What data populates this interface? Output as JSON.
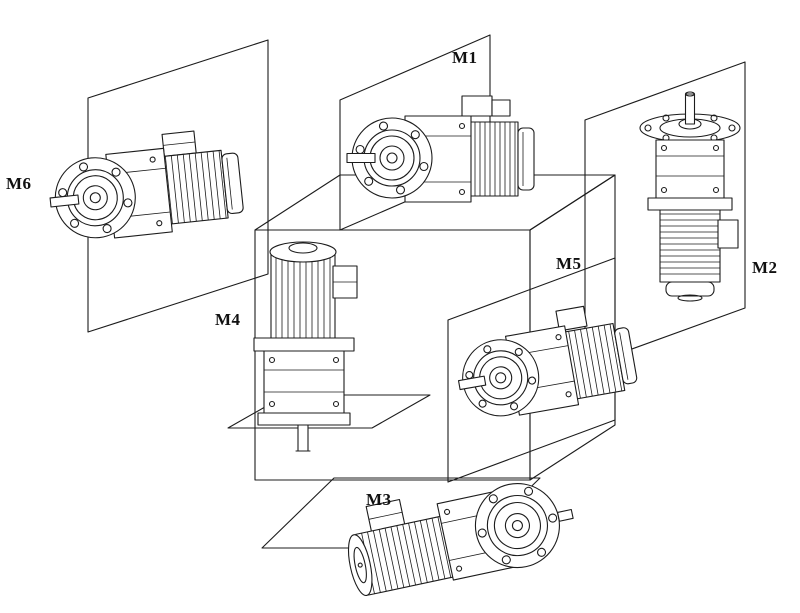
{
  "figure": {
    "description": "Gearmotor mounting positions diagram",
    "labels": {
      "m1": "M1",
      "m2": "M2",
      "m3": "M3",
      "m4": "M4",
      "m5": "M5",
      "m6": "M6"
    },
    "colors": {
      "line": "#1c1c1c",
      "background": "#ffffff"
    }
  }
}
